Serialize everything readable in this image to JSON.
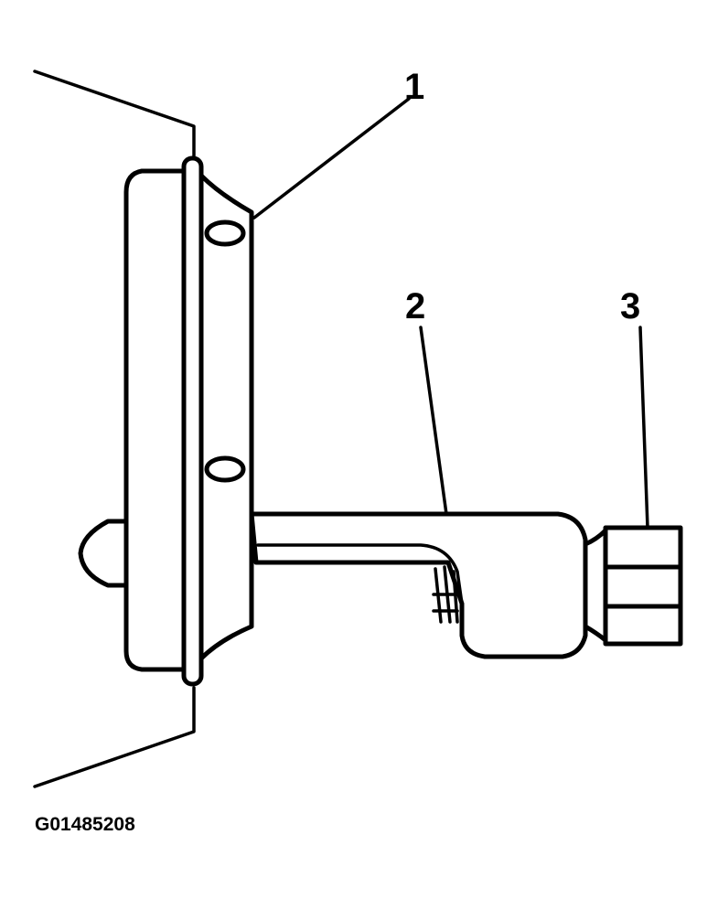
{
  "callouts": [
    {
      "label": "1"
    },
    {
      "label": "2"
    },
    {
      "label": "3"
    }
  ],
  "figure_id": "G01485208"
}
